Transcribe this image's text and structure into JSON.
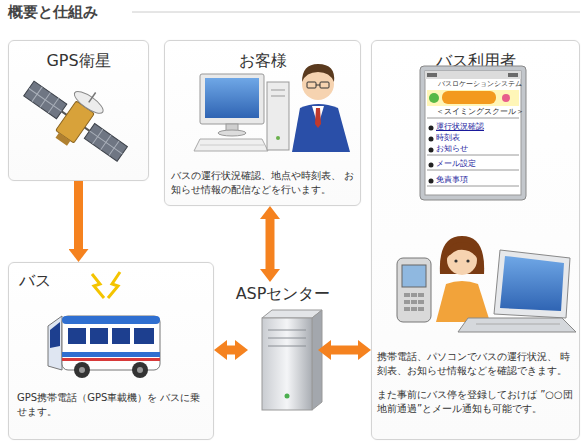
{
  "diagram": {
    "title": "概要と仕組み",
    "nodes": [
      {
        "text": [
          "GPS衛星"
        ]
      },
      {
        "text": [
          "お客様",
          "バスの運行状況確認、地点や時刻表、 お知らせ情報の配信などを行います。"
        ]
      },
      {
        "text": [
          "バス利用者",
          "携帯電話、パソコンでバスの運行状況、 時刻表、お知らせ情報などを確認できます。",
          "また事前にバス停を登録しておけば ”○○団地前通過”とメール通知も可能です。"
        ]
      },
      {
        "text": [
          "バス",
          "GPS携帯電話（GPS車載機）を バスに乗せます。"
        ]
      },
      {
        "text": [
          "ASPセンター"
        ]
      }
    ],
    "edges": [
      {
        "from": 0,
        "to": 3,
        "arrow": "to"
      },
      {
        "from": 1,
        "to": 4,
        "arrow": "both"
      },
      {
        "from": 3,
        "to": 4,
        "arrow": "both"
      },
      {
        "from": 4,
        "to": 2,
        "arrow": "both"
      }
    ],
    "labels": [
      "バスロケーションシステム",
      "＜スイミングスクール＞",
      "運行状況確認",
      "時刻表",
      "お知らせ",
      "メール設定",
      "免責事項"
    ]
  }
}
